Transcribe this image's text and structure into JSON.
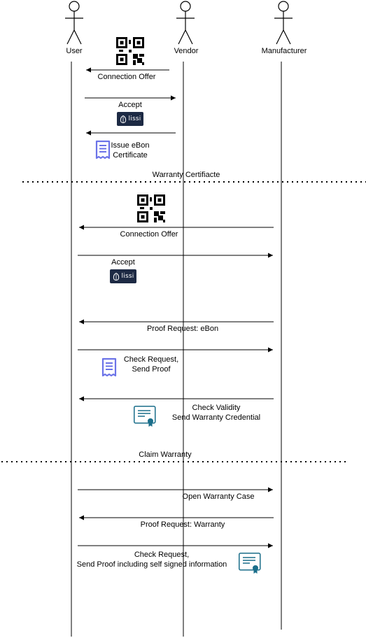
{
  "actors": {
    "user": "User",
    "vendor": "Vendor",
    "manufacturer": "Manufacturer"
  },
  "sections": {
    "warranty_certificate": "Warranty Certifiacte",
    "claim_warranty": "Claim Warranty"
  },
  "messages": {
    "m1": "Connection Offer",
    "m2": "Accept",
    "m3_line1": "Issue eBon",
    "m3_line2": "Certificate",
    "m4": "Connection Offer",
    "m5": "Accept",
    "m6": "Proof Request: eBon",
    "m7_line1": "Check Request,",
    "m7_line2": "Send Proof",
    "m8_line1": "Check Validity",
    "m8_line2": "Send Warranty Credential",
    "m9": "Open Warranty Case",
    "m10": "Proof Request: Warranty",
    "m11_line1": "Check Request,",
    "m11_line2": "Send Proof including self signed information"
  },
  "badges": {
    "lissi": "lissi"
  },
  "colors": {
    "line": "#000000",
    "receipt": "#6b73e8",
    "certificate": "#1a6e8a",
    "lissi_bg": "#1d2a44"
  },
  "icons": [
    "actor-icon",
    "qr-code-icon",
    "lissi-logo-icon",
    "receipt-icon",
    "certificate-icon"
  ]
}
